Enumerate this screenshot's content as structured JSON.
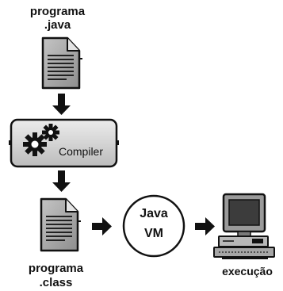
{
  "source_file": {
    "line1": "programa",
    "line2": ".java"
  },
  "compiler": {
    "label": "Compiler"
  },
  "class_file": {
    "line1": "programa",
    "line2": ".class"
  },
  "jvm": {
    "line1": "Java",
    "line2": "VM"
  },
  "execution": {
    "label": "execução"
  },
  "colors": {
    "ink": "#111111",
    "doc_fill": "#a9a9a9",
    "compiler_fill": "#d4d4d4",
    "jvm_fill": "#ffffff",
    "monitor_fill": "#9a9a9a",
    "screen_fill": "#3c3c3c"
  }
}
